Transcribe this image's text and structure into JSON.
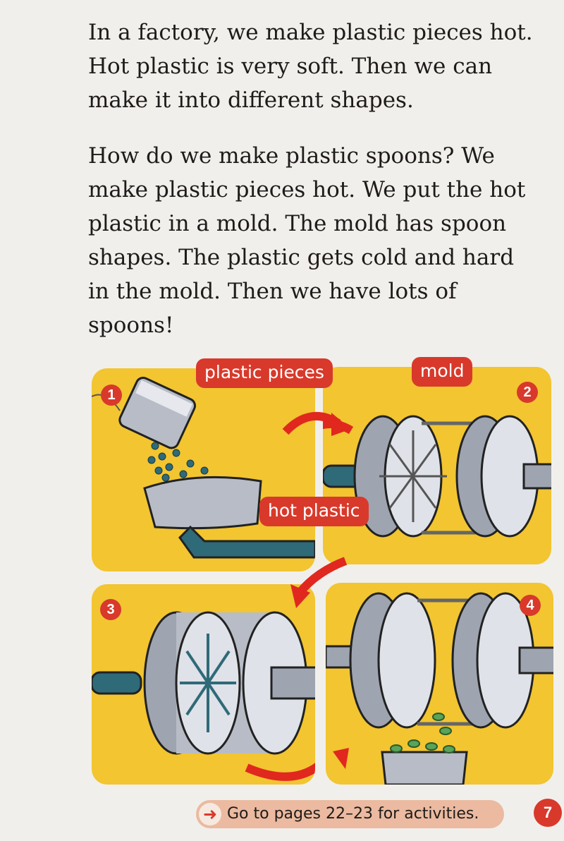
{
  "text": {
    "paragraph_1": "In a factory, we make plastic pieces hot. Hot plastic is very soft. Then we can make it into different shapes.",
    "paragraph_2": "How do we make plastic spoons? We make plastic pieces hot. We put the hot plastic in a mold. The mold has spoon shapes. The plastic gets cold and hard in the mold. Then we have lots of spoons!"
  },
  "illustration": {
    "steps": [
      "1",
      "2",
      "3",
      "4"
    ],
    "labels": {
      "plastic_pieces": "plastic pieces",
      "mold": "mold",
      "hot_plastic": "hot plastic"
    }
  },
  "footer": {
    "icon": "arrow-right-icon",
    "text": "Go to pages 22–23 for activities.",
    "page_number": "7"
  },
  "colors": {
    "accent_red": "#d8392b",
    "panel_yellow": "#f2c531",
    "footer_pill": "#ebbaa0"
  }
}
